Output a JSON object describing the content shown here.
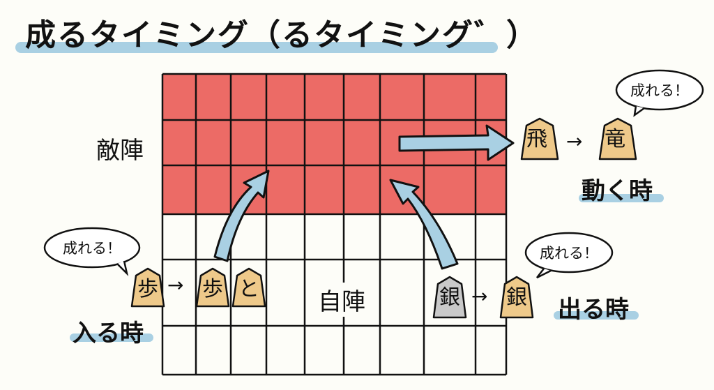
{
  "title": "成るタイミング（るタイミング゛）",
  "board": {
    "columns": 9,
    "rows": 6,
    "enemy_rows": 3,
    "enemy_color": "#ec6b66",
    "own_color": "#fdfdf8",
    "line_color": "#111111"
  },
  "zones": {
    "enemy": "敵陣",
    "own": "自陣"
  },
  "colors": {
    "piece_fill": "#eec98a",
    "piece_unpromoted_silver_fill": "#c9c9c9",
    "arrow_fill": "#a9d0e3",
    "underline": "#a9d0e3"
  },
  "cases": {
    "enter": {
      "label": "入る時",
      "bubble": "成れる！",
      "from_piece": "歩",
      "to_pieces": [
        "歩",
        "と"
      ],
      "arrow": "→"
    },
    "exit": {
      "label": "出る時",
      "bubble": "成れる！",
      "from_piece": "銀",
      "to_piece": "銀",
      "arrow": "→"
    },
    "move": {
      "label": "動く時",
      "bubble": "成れる！",
      "from_piece": "飛",
      "to_piece": "竜",
      "arrow": "→"
    }
  }
}
